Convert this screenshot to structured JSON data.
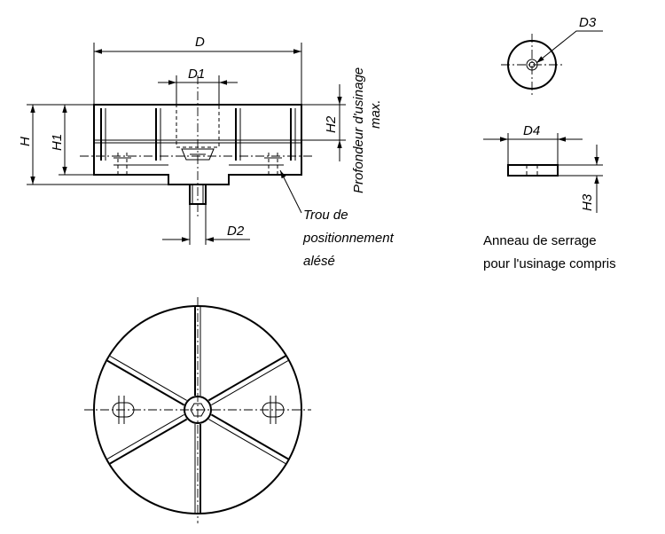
{
  "labels": {
    "D": "D",
    "D1": "D1",
    "D2": "D2",
    "D3": "D3",
    "D4": "D4",
    "H": "H",
    "H1": "H1",
    "H2": "H2",
    "H3": "H3"
  },
  "notes": {
    "machining_depth": [
      "Profondeur d'usinage",
      "max."
    ],
    "positioning_hole": [
      "Trou de",
      "positionnement",
      "alésé"
    ],
    "clamping_ring": [
      "Anneau de serrage",
      "pour l'usinage compris"
    ]
  }
}
